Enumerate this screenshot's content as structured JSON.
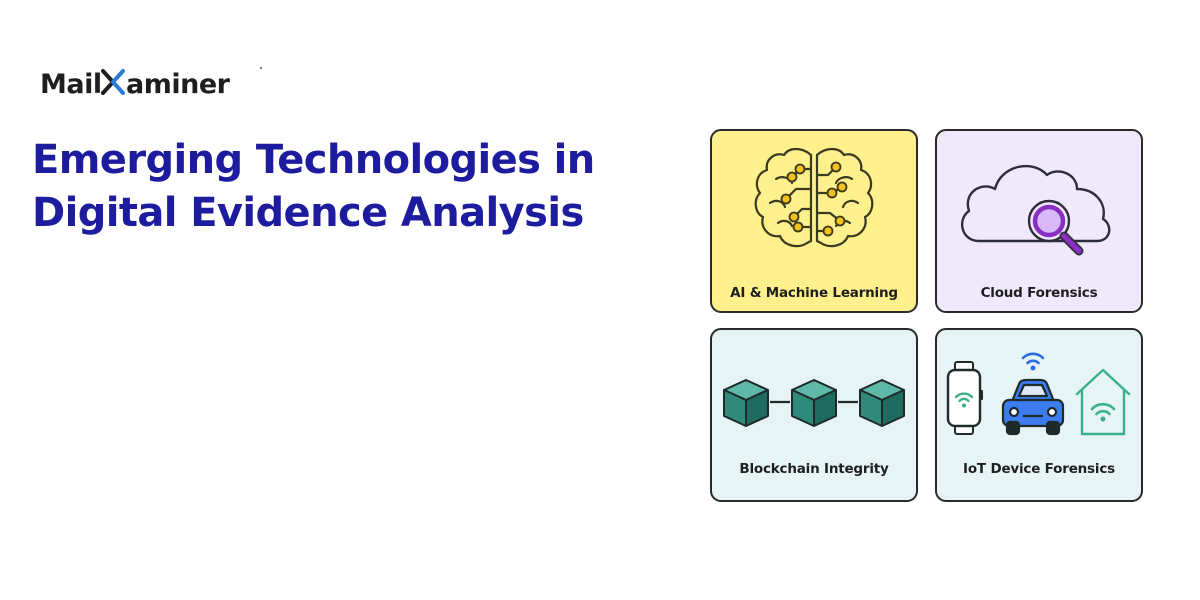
{
  "brand": {
    "logo_text": "MailXaminer",
    "colors": {
      "primary": "#1d1b9e",
      "logo_dark": "#1e1e1e",
      "x_blue": "#2b7bd8"
    }
  },
  "headline": {
    "line1": "Emerging Technologies in",
    "line2": "Digital Evidence Analysis"
  },
  "cards": [
    {
      "label": "AI & Machine Learning",
      "icon": "brain-circuit-icon",
      "background": "#fdf08d"
    },
    {
      "label": "Cloud Forensics",
      "icon": "cloud-search-icon",
      "background": "#efe9fb"
    },
    {
      "label": "Blockchain Integrity",
      "icon": "blockchain-icon",
      "background": "#e6f4f6"
    },
    {
      "label": "IoT Device Forensics",
      "icon": "iot-devices-icon",
      "background": "#e6f4f6"
    }
  ]
}
